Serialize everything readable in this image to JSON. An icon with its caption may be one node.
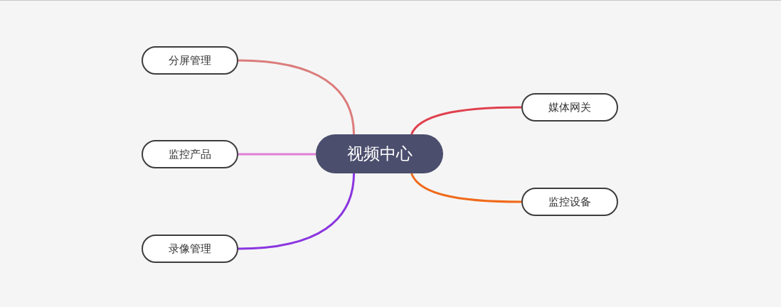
{
  "diagram": {
    "nodes": [
      {
        "text": [
          "视频中心"
        ]
      },
      {
        "text": [
          "分屏管理"
        ]
      },
      {
        "text": [
          "监控产品"
        ]
      },
      {
        "text": [
          "录像管理"
        ]
      },
      {
        "text": [
          "媒体网关"
        ]
      },
      {
        "text": [
          "监控设备"
        ]
      }
    ],
    "edges": [
      {
        "from": 0,
        "to": 1,
        "arrow": "none",
        "color": "#dc7c7c"
      },
      {
        "from": 0,
        "to": 2,
        "arrow": "none",
        "color": "#e07fd8"
      },
      {
        "from": 0,
        "to": 3,
        "arrow": "none",
        "color": "#8a35e0"
      },
      {
        "from": 0,
        "to": 4,
        "arrow": "none",
        "color": "#e0404e"
      },
      {
        "from": 0,
        "to": 5,
        "arrow": "none",
        "color": "#f06a1a"
      }
    ]
  }
}
